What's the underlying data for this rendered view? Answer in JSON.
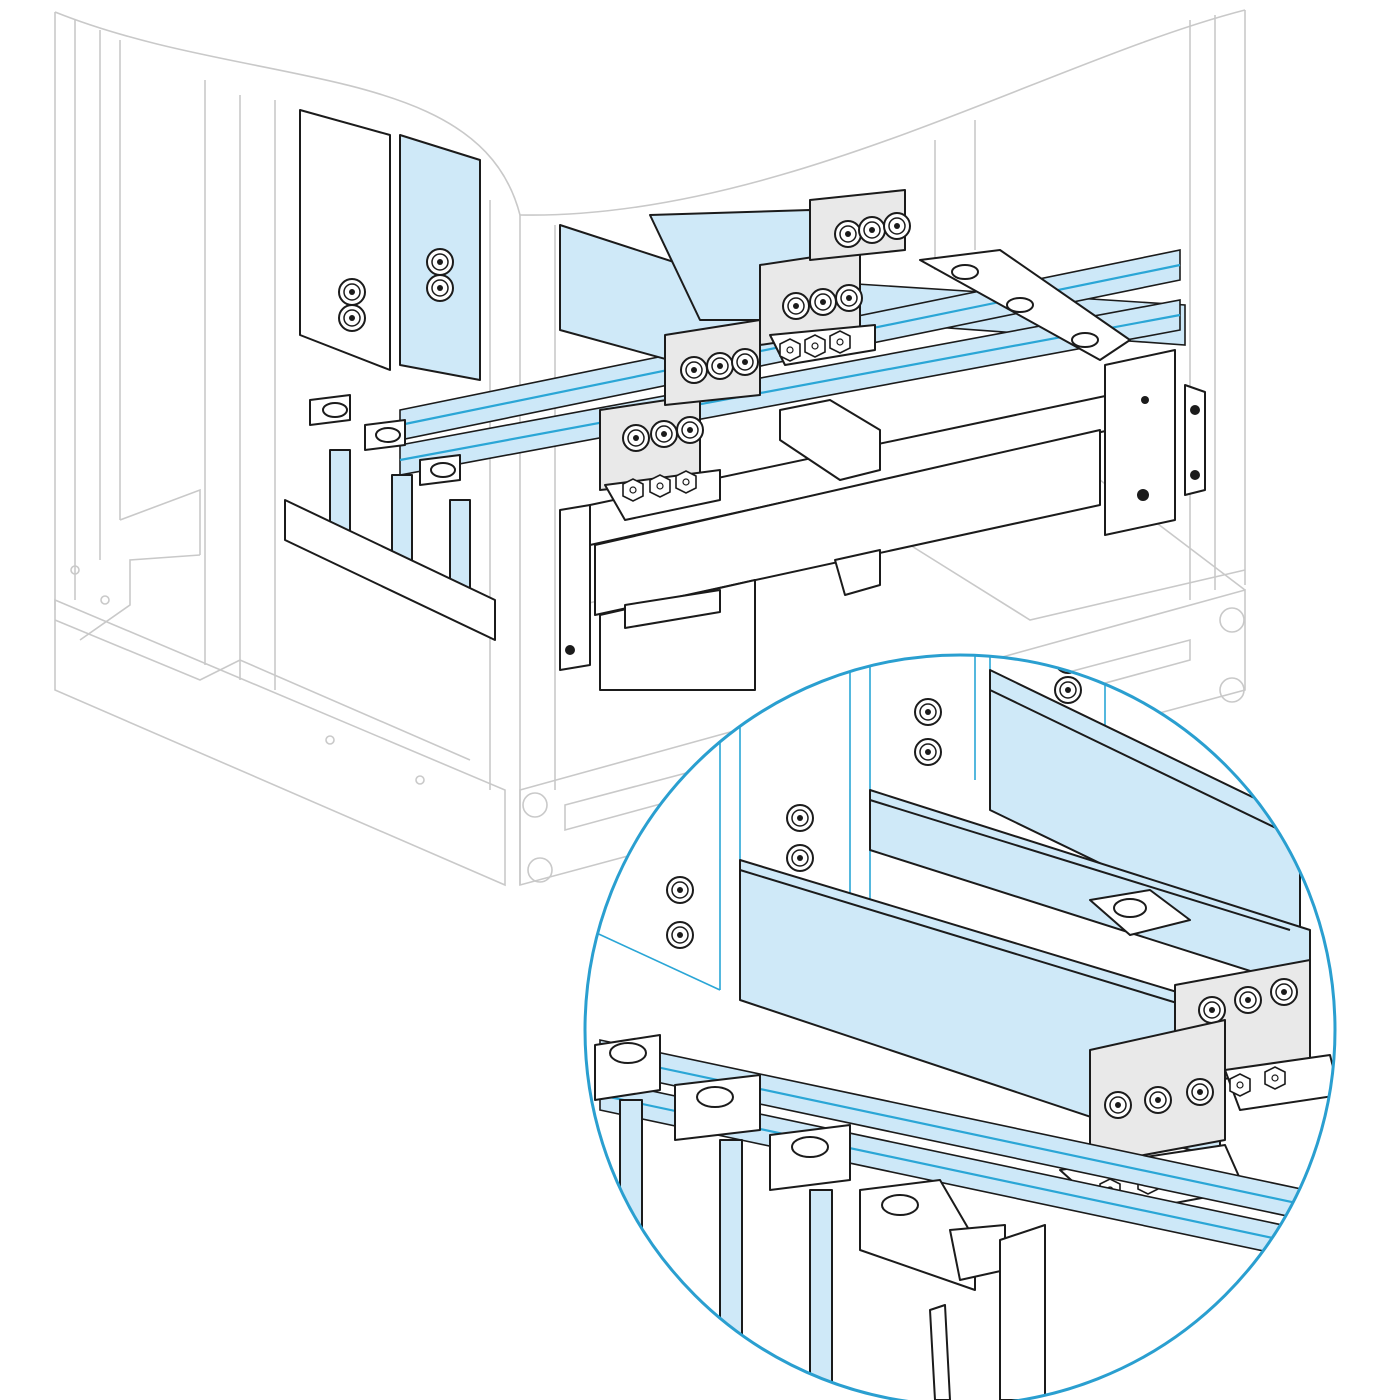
{
  "figure": {
    "kind": "technical assembly drawing",
    "palette": {
      "outline": "#1b1b1b",
      "faded_frame": "#c9c9c9",
      "busbar_fill": "#cde8f8",
      "busbar_accent": "#2aa6d6",
      "callout_ring": "#2a9fd0",
      "background": "#ffffff"
    },
    "icons": [
      "enclosure-frame",
      "busbar-set",
      "busbar-connector",
      "bolt",
      "magnifier-callout"
    ]
  }
}
